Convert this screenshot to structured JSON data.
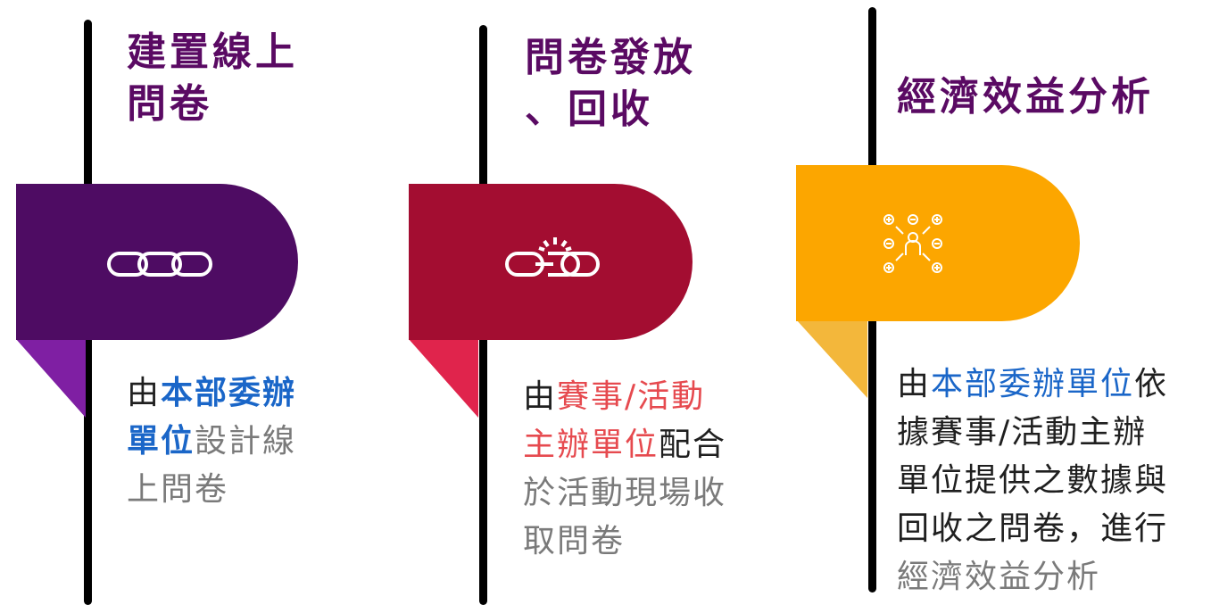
{
  "steps": [
    {
      "title_line1": "建置線上",
      "title_line2": "問卷",
      "tab_color": "#4e0c63",
      "fold_color": "#7f1fa3",
      "icon": "chain-link-icon",
      "desc": {
        "prefix": "由",
        "highlight1": "本部委辦",
        "highlight2": "單位",
        "rest1": "設計線",
        "rest2": "上問卷"
      }
    },
    {
      "title_line1": "問卷發放",
      "title_line2": "、回收",
      "tab_color": "#a30d31",
      "fold_color": "#e0244c",
      "icon": "broken-chain-icon",
      "desc": {
        "prefix": "由",
        "highlight1": "賽事/活動",
        "highlight2": "主辦單位",
        "suffix": "配合",
        "rest1": "於活動現場收",
        "rest2": "取問卷"
      }
    },
    {
      "title_line1": "經濟效益分析",
      "tab_color": "#fca600",
      "fold_color": "#f3b73b",
      "icon": "person-analysis-icon",
      "desc": {
        "prefix": "由",
        "highlight1": "本部委辦單位",
        "suffix1": "依",
        "line2": "據賽事/活動主辦",
        "line3": "單位提供之數據與",
        "line4": "回收之問卷，進行",
        "line5": "經濟效益分析"
      }
    }
  ]
}
